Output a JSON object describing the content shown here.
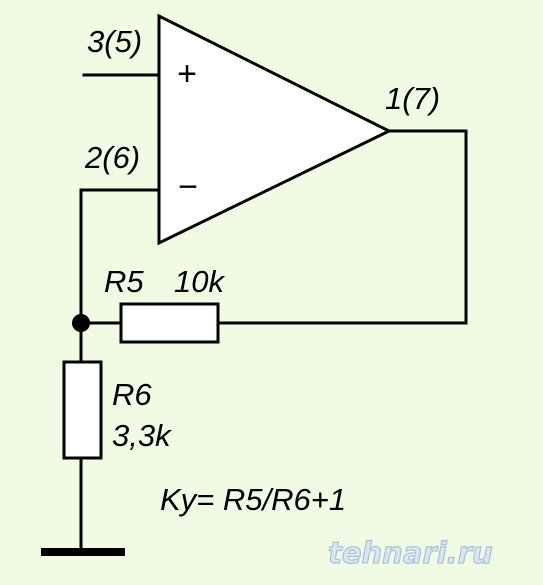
{
  "opamp": {
    "noninverting_pin": "3(5)",
    "inverting_pin": "2(6)",
    "output_pin": "1(7)",
    "plus_sign": "+",
    "minus_sign": "−"
  },
  "r5": {
    "name": "R5",
    "value": "10k"
  },
  "r6": {
    "name": "R6",
    "value": "3,3k"
  },
  "formula": "Ky= R5/R6+1",
  "watermark": "tehnari.ru",
  "colors": {
    "background": "#f1fbe3",
    "line": "#000000",
    "watermark_fill": "#d7e6f0",
    "watermark_stroke": "#a9c3d6"
  }
}
